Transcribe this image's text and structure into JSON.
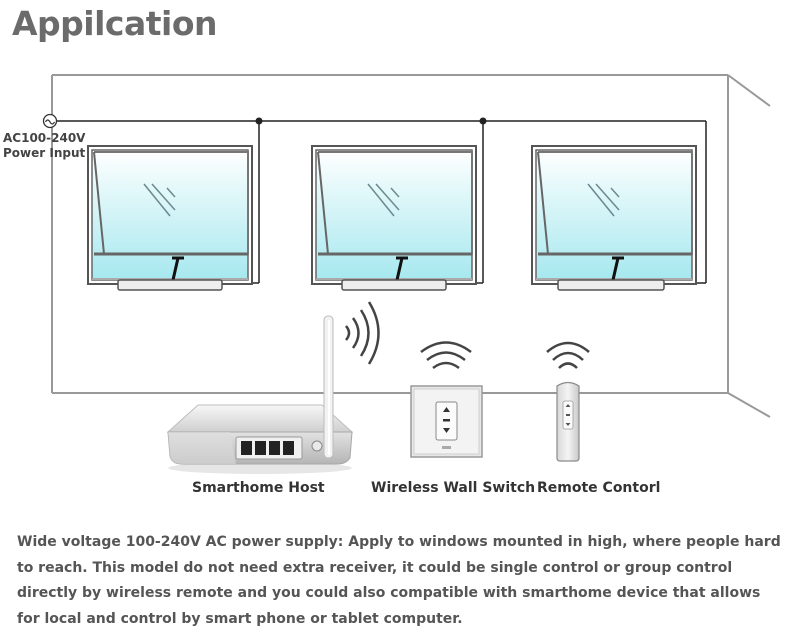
{
  "title": "Appilcation",
  "power": {
    "line1": "AC100-240V",
    "line2": "Power Input"
  },
  "devices": {
    "host": "Smarthome Host",
    "wall_switch": "Wireless Wall Switch",
    "remote": "Remote Contorl"
  },
  "description": "Wide voltage 100-240V AC power supply: Apply to windows mounted  in high, where people hard to reach. This model do not need extra receiver, it could be single control or group control directly by wireless remote and you could also compatible with smarthome device that allows for local and control by smart phone or tablet computer."
}
